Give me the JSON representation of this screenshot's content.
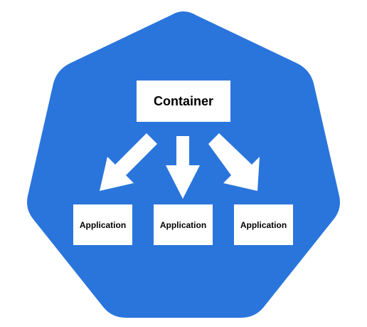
{
  "diagram": {
    "container_label": "Container",
    "applications": [
      "Application",
      "Application",
      "Application"
    ],
    "colors": {
      "background": "#ffffff",
      "heptagon": "#2a75dc",
      "box": "#ffffff",
      "arrow": "#ffffff",
      "text": "#000000"
    }
  }
}
